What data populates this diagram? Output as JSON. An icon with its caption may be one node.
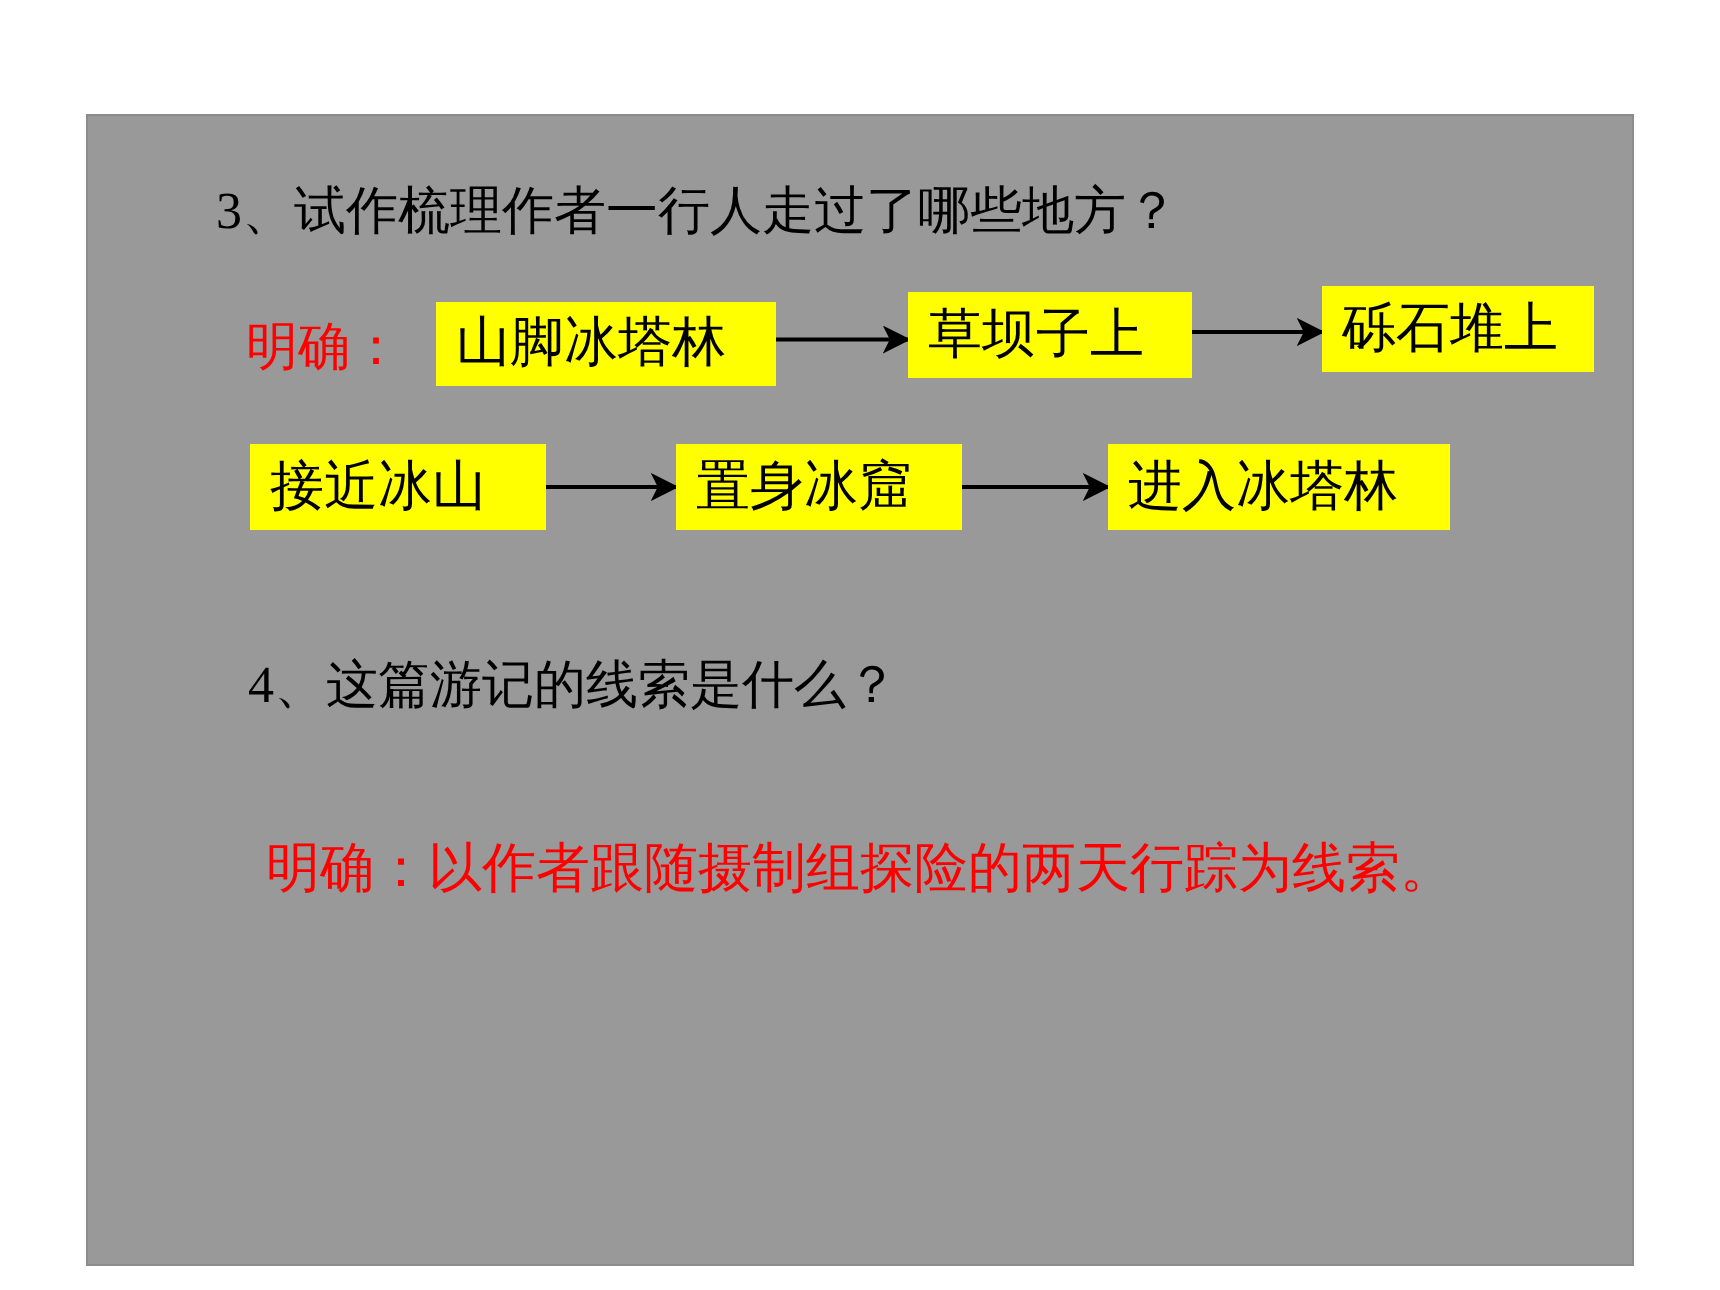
{
  "diagram": {
    "nodes": [
      {
        "text": [
          "山脚冰塔林"
        ]
      },
      {
        "text": [
          "草坝子上"
        ]
      },
      {
        "text": [
          "砾石堆上"
        ]
      },
      {
        "text": [
          "接近冰山"
        ]
      },
      {
        "text": [
          "置身冰窟"
        ]
      },
      {
        "text": [
          "进入冰塔林"
        ]
      }
    ],
    "edges": [
      {
        "from": 0,
        "to": 1,
        "arrow": "to"
      },
      {
        "from": 1,
        "to": 2,
        "arrow": "to"
      },
      {
        "from": 3,
        "to": 4,
        "arrow": "to"
      },
      {
        "from": 4,
        "to": 5,
        "arrow": "to"
      }
    ],
    "labels": [
      "3、试作梳理作者一行人走过了哪些地方？",
      "明确：",
      "4、这篇游记的线索是什么？",
      "明确：以作者跟随摄制组探险的两天行踪为线索。"
    ]
  }
}
